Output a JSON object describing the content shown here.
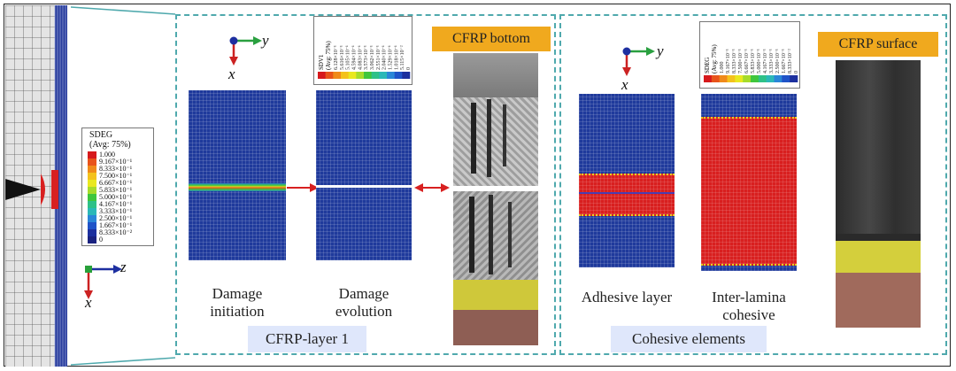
{
  "left_legend": {
    "title": "SDEG",
    "subtitle": "(Avg: 75%)",
    "values": [
      "1.000",
      "9.167×10⁻¹",
      "8.333×10⁻¹",
      "7.500×10⁻¹",
      "6.667×10⁻¹",
      "5.833×10⁻¹",
      "5.000×10⁻¹",
      "4.167×10⁻¹",
      "3.333×10⁻¹",
      "2.500×10⁻¹",
      "1.667×10⁻¹",
      "8.333×10⁻²",
      "0"
    ],
    "colors": [
      "#d6191c",
      "#e8531a",
      "#f08a1a",
      "#f4c21c",
      "#e9e81f",
      "#a6dc2a",
      "#3fc63c",
      "#2ec188",
      "#2bb8b8",
      "#2a86d8",
      "#1f53c8",
      "#1c2f9e",
      "#1a2280"
    ]
  },
  "axes": {
    "z": "z",
    "x": "x",
    "y": "y"
  },
  "panel1": {
    "caption": "CFRP-layer 1",
    "label_initiation": "Damage\ninitiation",
    "label_evolution": "Damage\nevolution",
    "photo_title": "CFRP bottom",
    "legend": {
      "title": "SDV1",
      "subtitle": "(Avg: 75%)",
      "values": [
        "6.128×10⁻¹",
        "5.616×10⁻¹",
        "5.105×10⁻¹",
        "4.594×10⁻¹",
        "4.083×10⁻¹",
        "3.573×10⁻¹",
        "3.062×10⁻¹",
        "2.551×10⁻¹",
        "2.040×10⁻¹",
        "1.529×10⁻¹",
        "1.018×10⁻¹",
        "5.115×10⁻²",
        "0"
      ]
    }
  },
  "panel2": {
    "caption": "Cohesive elements",
    "label_adhesive": "Adhesive layer",
    "label_interlamina": "Inter-lamina\ncohesive",
    "photo_title": "CFRP surface",
    "legend": {
      "title": "SDEG",
      "subtitle": "(Avg: 75%)",
      "values": [
        "1.000",
        "9.167×10⁻¹",
        "8.333×10⁻¹",
        "7.500×10⁻¹",
        "6.667×10⁻¹",
        "5.833×10⁻¹",
        "5.000×10⁻¹",
        "4.167×10⁻¹",
        "3.333×10⁻¹",
        "2.500×10⁻¹",
        "1.667×10⁻¹",
        "8.333×10⁻²",
        "0"
      ]
    }
  }
}
